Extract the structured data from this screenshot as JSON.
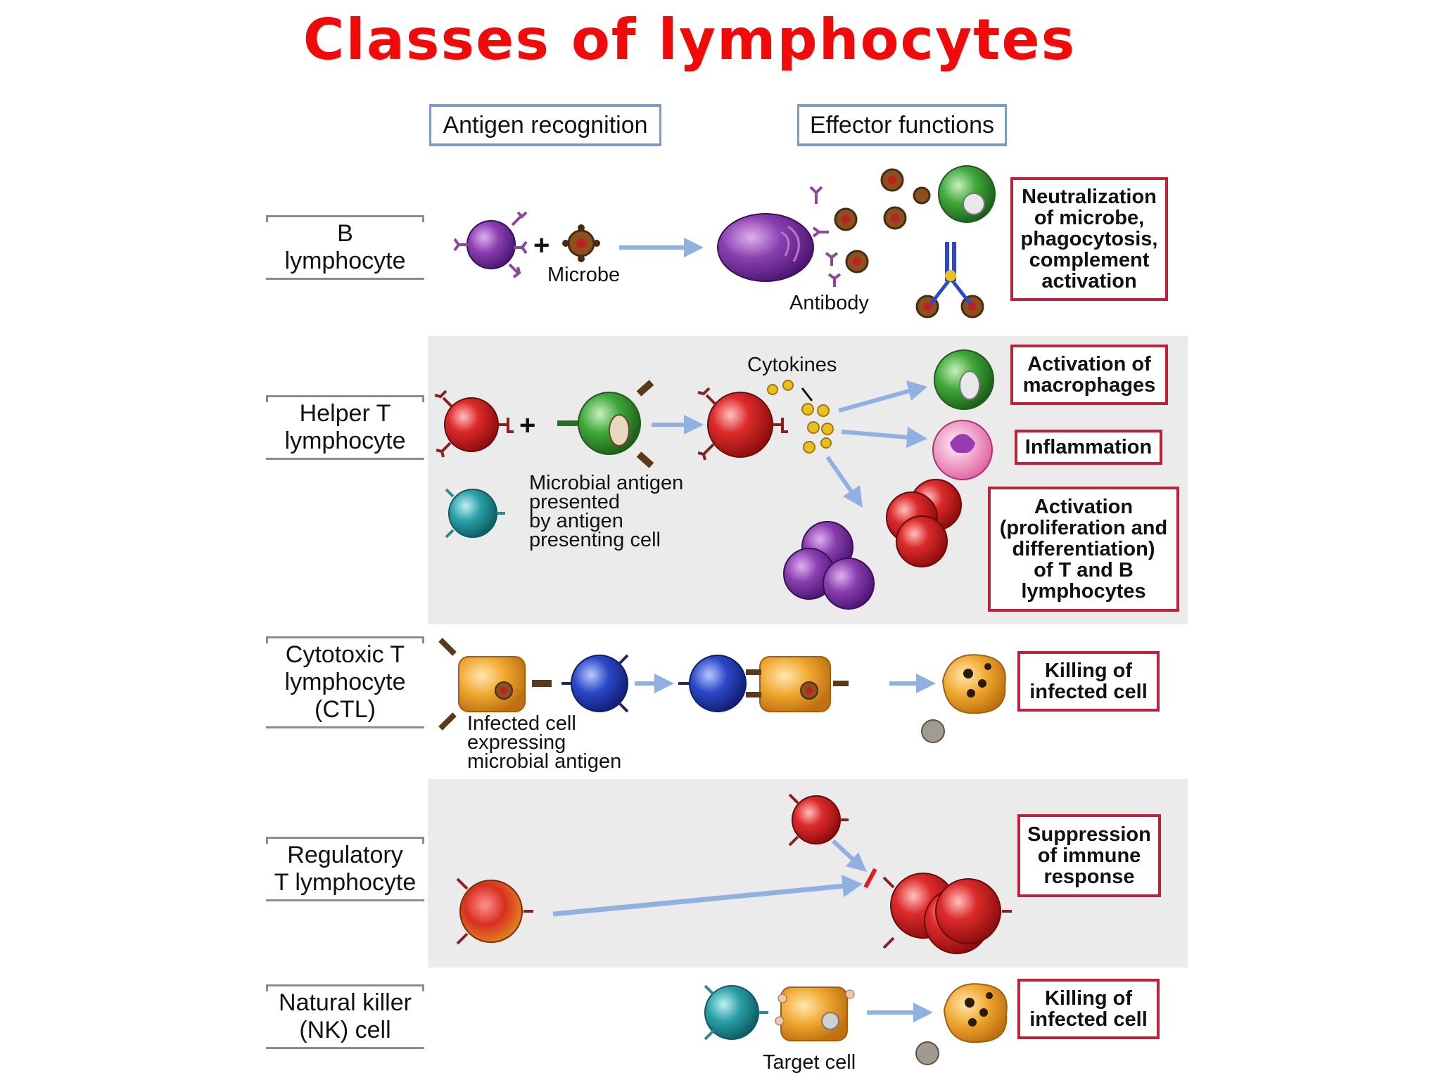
{
  "title": "Classes of lymphocytes",
  "columns": {
    "recognition": "Antigen recognition",
    "effector": "Effector functions"
  },
  "rows": {
    "b": {
      "label": [
        "B",
        "lymphocyte"
      ],
      "captions": {
        "microbe": "Microbe",
        "antibody": "Antibody"
      },
      "outcome": [
        "Neutralization",
        "of microbe,",
        "phagocytosis,",
        "complement",
        "activation"
      ]
    },
    "helper": {
      "label": [
        "Helper T",
        "lymphocyte"
      ],
      "captions": {
        "cytokines": "Cytokines",
        "antigen": [
          "Microbial antigen",
          "presented",
          "by antigen",
          "presenting cell"
        ]
      },
      "outcomes": {
        "macrophages": [
          "Activation of",
          "macrophages"
        ],
        "inflammation": [
          "Inflammation"
        ],
        "activation": [
          "Activation",
          "(proliferation and",
          "differentiation)",
          "of T and B",
          "lymphocytes"
        ]
      }
    },
    "ctl": {
      "label": [
        "Cytotoxic T",
        "lymphocyte",
        "(CTL)"
      ],
      "captions": {
        "infected": [
          "Infected cell",
          "expressing",
          "microbial antigen"
        ]
      },
      "outcome": [
        "Killing of",
        "infected cell"
      ]
    },
    "treg": {
      "label": [
        "Regulatory",
        "T lymphocyte"
      ],
      "outcome": [
        "Suppression",
        "of immune",
        "response"
      ]
    },
    "nk": {
      "label": [
        "Natural killer",
        "(NK) cell"
      ],
      "captions": {
        "target": "Target cell"
      },
      "outcome": [
        "Killing of",
        "infected cell"
      ]
    }
  },
  "colors": {
    "title": "#f00a0a",
    "outcome_border": "#c0203a",
    "arrow": "#8fb0e0",
    "band": "#ebebeb"
  }
}
